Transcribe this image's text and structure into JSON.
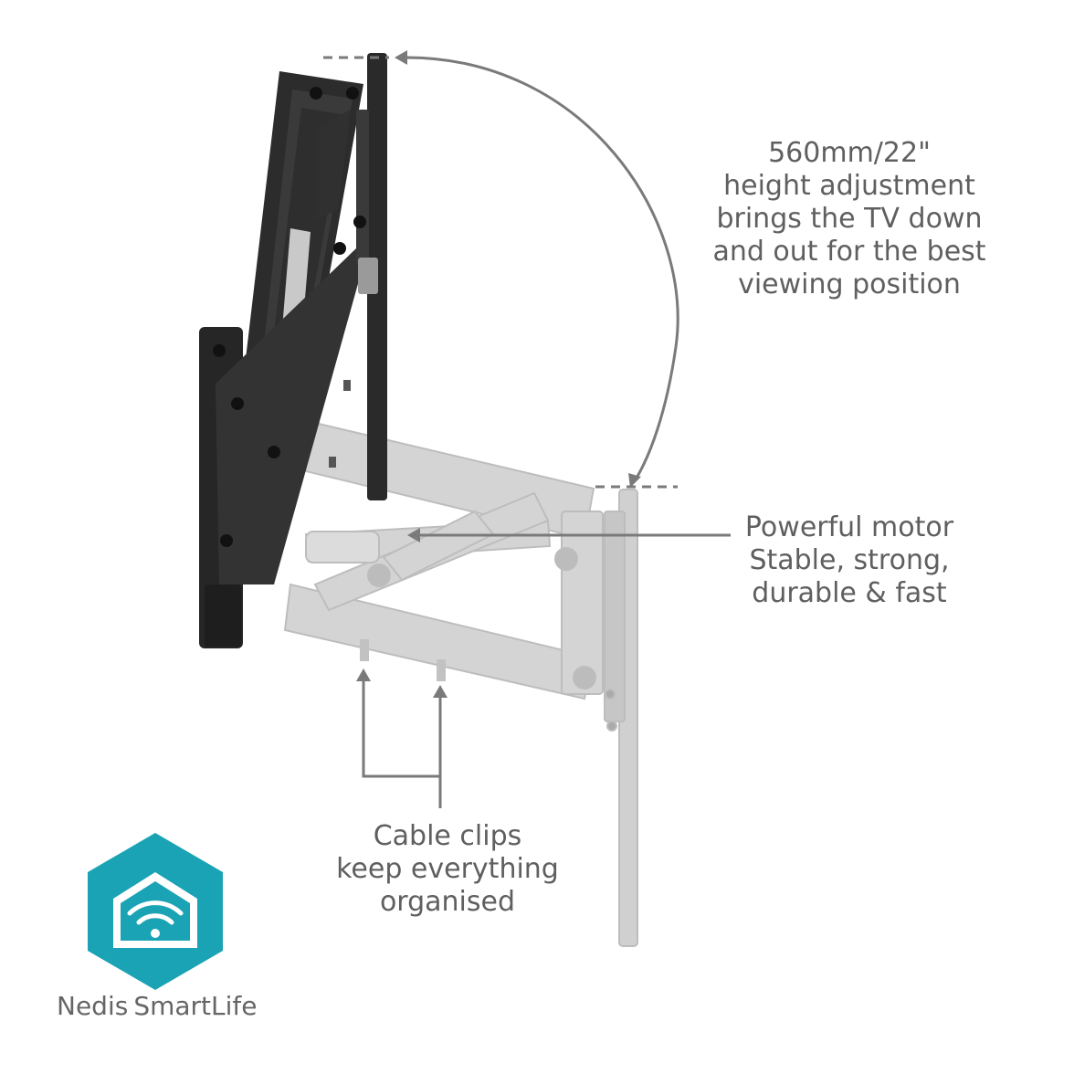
{
  "annotations": {
    "height": {
      "lines": [
        "560mm/22\"",
        "height adjustment",
        "brings the TV down",
        "and out for the best",
        "viewing position"
      ]
    },
    "motor": {
      "lines": [
        "Powerful motor",
        "Stable, strong,",
        "durable & fast"
      ]
    },
    "clips": {
      "lines": [
        "Cable clips",
        "keep everything",
        "organised"
      ]
    }
  },
  "brand": {
    "name_part1": "Nedis",
    "name_part2": "SmartLife",
    "icon": "wifi-house-icon"
  },
  "colors": {
    "text": "#5f5f5f",
    "bracket_dark": "#2b2b2b",
    "bracket_light": "#c8c8c8",
    "logo_teal": "#1aa3b5",
    "annotation_line": "#7a7a7a"
  }
}
